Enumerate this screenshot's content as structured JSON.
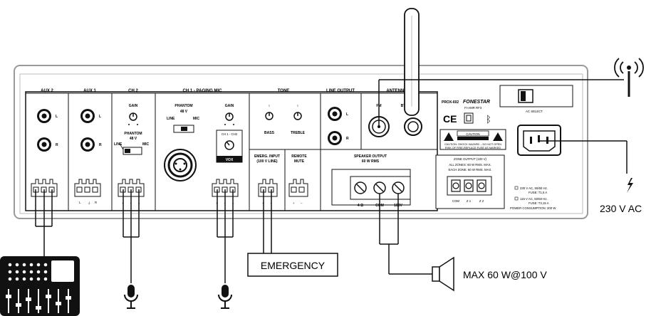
{
  "panel": {
    "sections": {
      "aux2": "AUX 2",
      "aux1": "AUX 1",
      "ch2": "CH 2",
      "ch1": "CH 1 - PAGING MIC",
      "tone": "TONE",
      "line_output": "LINE OUTPUT",
      "antenna": "ANTENNA"
    },
    "jack_l": "L",
    "jack_r": "R",
    "gain": "GAIN",
    "phantom_48v": "PHANTOM\n48 V",
    "line": "LINE",
    "mic": "MIC",
    "ch1_ch2": "CH 1 - CH2",
    "vox": "VOX",
    "bass": "BASS",
    "treble": "TREBLE",
    "fm": "FM",
    "bt": "BT",
    "emerg_input": "EMERG. INPUT\n(100 V LINE)",
    "remote_mute": "REMOTE\nMUTE",
    "speaker_output": "SPEAKER OUTPUT\n60 W RMS",
    "term_4ohm": "4 Ω",
    "term_com": "COM",
    "term_100v": "100V",
    "term_plus": "+",
    "term_minus": "−",
    "model": "PROX-602",
    "brand": "FONESTAR",
    "fi_amr": "FI-AMR RF3",
    "caution": "CAUTION",
    "caution_text": "CAUTION: SHOCK HAZARD – DO NOT OPEN\nRISK OF FIRE-REPLACE FUSE AS MARKED",
    "zone_output": "ZONE OUTPUT (100 V)",
    "zone_text": "ALL ZONES: 60 W RMS. MAX.\nEACH ZONE: 60 W RMS. MAX.",
    "zone_com": "COM",
    "zone_z1": "Z 1",
    "zone_z2": "Z 2",
    "ac_select": "AC SELECT",
    "fuse_230": "230 V AC, 50/60 Hz.\nFUSE: T1,5 A",
    "fuse_115": "115 V AC, 50/60 Hz.\nFUSE: T3,15 A",
    "power_consumption": "POWER CONSUMPTION: 200 W"
  },
  "external": {
    "emergency": "EMERGENCY",
    "speaker_max": "MAX 60 W@100 V",
    "voltage": "230 V AC"
  },
  "icons": [
    "antenna-tower-icon",
    "mixer-icon",
    "microphone-icon",
    "speaker-icon",
    "lightning-icon",
    "bluetooth-icon",
    "ce-icon",
    "double-insulation-icon",
    "warning-triangle-icon"
  ]
}
